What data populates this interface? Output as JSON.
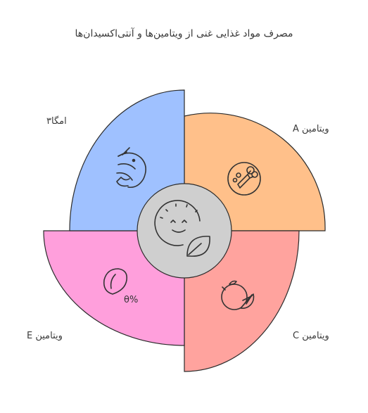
{
  "title": "مصرف مواد غذایی غنی از ویتامین‌ها و آنتی‌اکسیدان‌ها",
  "quadrants": {
    "top_right": {
      "label": "ویتامین A",
      "color": "#ffc08a",
      "icon": "vegetables-icon"
    },
    "bottom_right": {
      "label": "ویتامین C",
      "color": "#ffa39e",
      "icon": "citrus-icon"
    },
    "bottom_left": {
      "label": "ویتامین E",
      "color": "#ff9fdc",
      "icon": "nut-percent-icon"
    },
    "top_left": {
      "label": "امگا۳",
      "color": "#9fc1ff",
      "icon": "shrimp-icon"
    }
  },
  "center": {
    "color": "#cfcfcf",
    "icon": "healthy-face-leaf-icon"
  }
}
